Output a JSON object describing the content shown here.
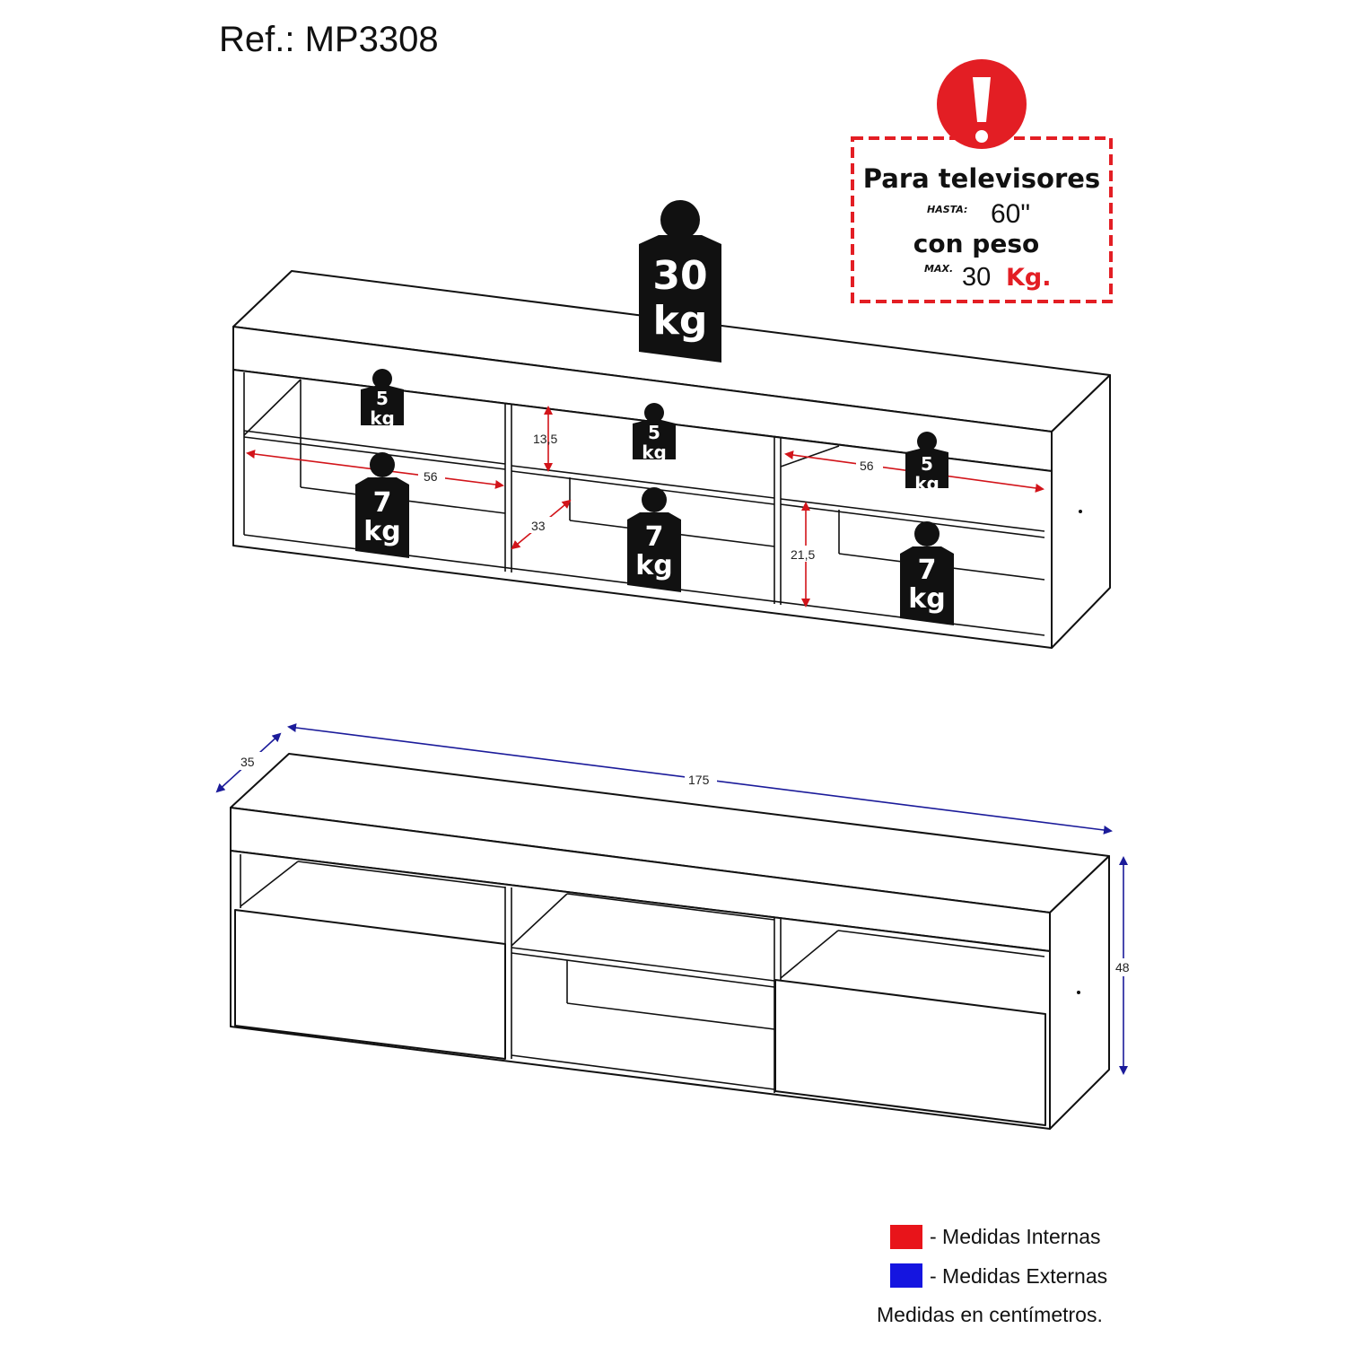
{
  "reference": "Ref.: MP3308",
  "warning": {
    "line1": "Para televisores",
    "hasta_label": "HASTA:",
    "hasta_value": "60\"",
    "line3": "con peso",
    "max_label": "MAX.",
    "max_value": "30",
    "max_unit": "Kg."
  },
  "weights": {
    "top": {
      "num": "30",
      "unit": "kg"
    },
    "shelf_left": {
      "num": "5",
      "unit": "kg"
    },
    "shelf_mid": {
      "num": "5",
      "unit": "kg"
    },
    "shelf_right": {
      "num": "5",
      "unit": "kg"
    },
    "base_left": {
      "num": "7",
      "unit": "kg"
    },
    "base_mid": {
      "num": "7",
      "unit": "kg"
    },
    "base_right": {
      "num": "7",
      "unit": "kg"
    }
  },
  "internal_dims": {
    "width_left": "56",
    "width_right": "56",
    "height_mid": "13,5",
    "depth_mid": "33",
    "height_right": "21,5"
  },
  "external_dims": {
    "depth": "35",
    "width": "175",
    "height": "48"
  },
  "legend": {
    "internal": "- Medidas Internas",
    "external": "- Medidas Externas",
    "note": "Medidas en centímetros.",
    "internal_color": "#e8141a",
    "external_color": "#1515e0"
  },
  "colors": {
    "internal_arrow": "#d2141a",
    "external_arrow": "#1b1b9a",
    "warning_red": "#e31e24"
  }
}
